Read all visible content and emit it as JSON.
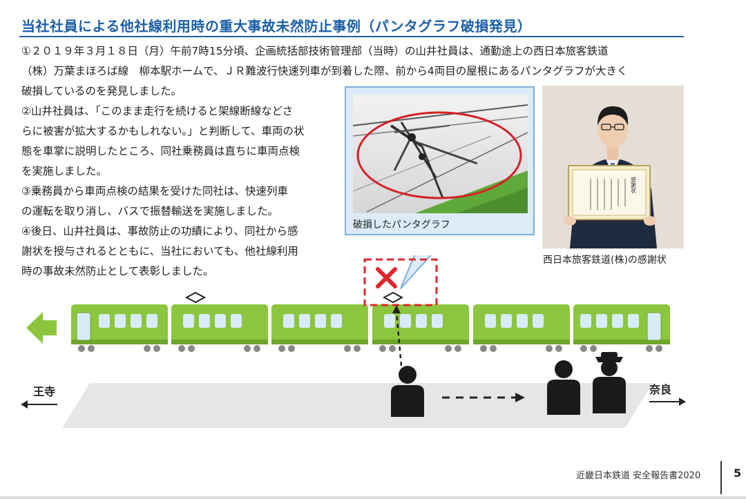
{
  "title": "当社社員による他社線利用時の重大事故未然防止事例（パンタグラフ破損発見）",
  "paragraphs": {
    "p1_lines": [
      "①２０１９年３月１８日（月）午前7時15分頃、企画統括部技術管理部（当時）の山井社員は、通勤途上の西日本旅客鉄道",
      "（株）万葉まほろば線　柳本駅ホームで、ＪＲ難波行快速列車が到着した際、前から4両目の屋根にあるパンタグラフが大きく",
      "破損しているのを発見しました。"
    ],
    "p2_lines": [
      "②山井社員は、「このまま走行を続けると架線断線などさ",
      "らに被害が拡大するかもしれない。」と判断して、車両の状",
      "態を車掌に説明したところ、同社乗務員は直ちに車両点検",
      "を実施しました。"
    ],
    "p3_lines": [
      "③乗務員から車両点検の結果を受けた同社は、快速列車",
      "の運転を取り消し、バスで振替輸送を実施しました。"
    ],
    "p4_lines": [
      "④後日、山井社員は、事故防止の功績により、同社から感",
      "謝状を授与されるとともに、当社においても、他社線利用",
      "時の事故未然防止として表彰しました。"
    ]
  },
  "figures": {
    "damaged_pantograph_caption": "破損したパンタグラフ",
    "certificate_caption": "西日本旅客鉄道(株)の感謝状",
    "certificate_heading": "感謝状"
  },
  "diagram": {
    "direction_left": "王寺",
    "direction_right": "奈良"
  },
  "colors": {
    "accent": "#1b5fa8",
    "train": "#8cc63f",
    "alert": "#e0262b"
  },
  "footer": {
    "publication": "近畿日本鉄道 安全報告書2020",
    "page": "5"
  }
}
